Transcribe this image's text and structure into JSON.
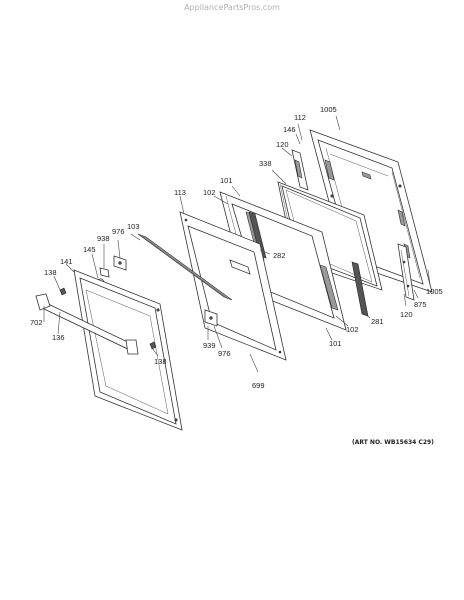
{
  "watermark": "AppliancePartsPros.com",
  "art_number": "(ART NO. WB15634 C29)",
  "callouts": {
    "c1005a": "1005",
    "c112": "112",
    "c146": "146",
    "c120a": "120",
    "c338": "338",
    "c101a": "101",
    "c102a": "102",
    "c113": "113",
    "c976a": "976",
    "c103": "103",
    "c938": "938",
    "c145": "145",
    "c141": "141",
    "c138a": "138",
    "c702": "702",
    "c136": "136",
    "c138b": "138",
    "c939": "939",
    "c976b": "976",
    "c699": "699",
    "c282": "282",
    "c281": "281",
    "c102b": "102",
    "c101b": "101",
    "c120b": "120",
    "c875": "875",
    "c1005b": "1005"
  }
}
